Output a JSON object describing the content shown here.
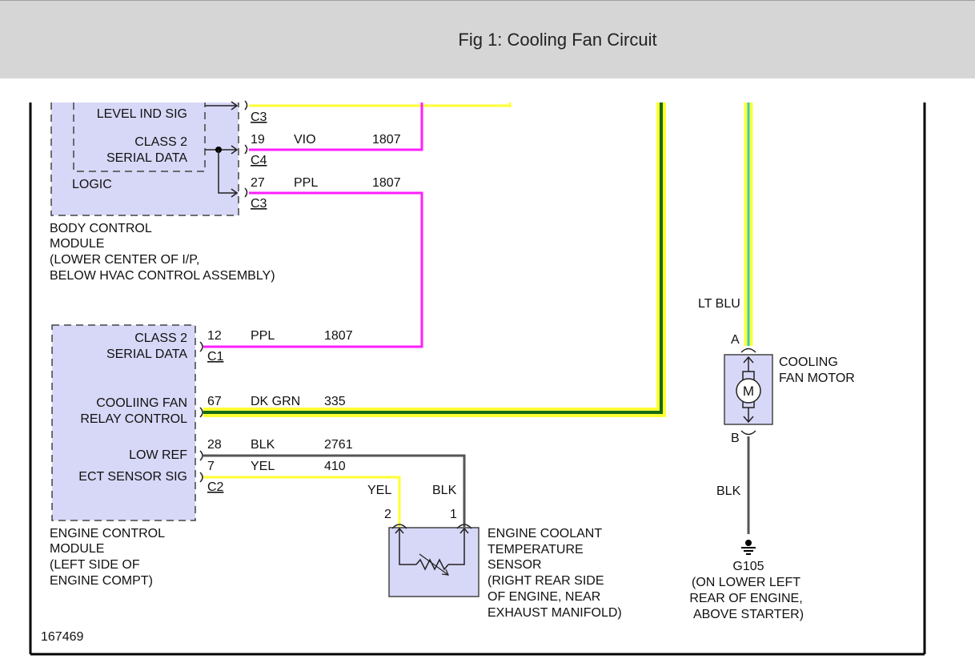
{
  "header": {
    "title": "Fig 1: Cooling Fan Circuit"
  },
  "colors": {
    "magenta": "#ff1fff",
    "yellow": "#ffff33",
    "dark_green": "#156b15",
    "light_blue": "#33cccc",
    "gray_wire": "#555555",
    "module_fill": "#d7d7f7"
  },
  "bcm": {
    "level_ind_sig": "LEVEL IND SIG",
    "class2_line1": "CLASS 2",
    "class2_line2": "SERIAL DATA",
    "logic": "LOGIC",
    "name": [
      "BODY CONTROL",
      "MODULE",
      "(LOWER CENTER OF I/P,",
      "BELOW HVAC CONTROL ASSEMBLY)"
    ],
    "pins": [
      {
        "connector": "C3"
      },
      {
        "pin": "19",
        "color": "VIO",
        "circuit": "1807",
        "connector": "C4"
      },
      {
        "pin": "27",
        "color": "PPL",
        "circuit": "1807",
        "connector": "C3"
      }
    ]
  },
  "ecm": {
    "class2_line1": "CLASS 2",
    "class2_line2": "SERIAL DATA",
    "fan_line1": "COOLIING FAN",
    "fan_line2": "RELAY CONTROL",
    "low_ref": "LOW REF",
    "ect_sig": "ECT SENSOR SIG",
    "name": [
      "ENGINE CONTROL",
      "MODULE",
      "(LEFT SIDE OF",
      "ENGINE COMPT)"
    ],
    "pins": [
      {
        "pin": "12",
        "color": "PPL",
        "circuit": "1807",
        "connector": "C1"
      },
      {
        "pin": "67",
        "color": "DK GRN",
        "circuit": "335"
      },
      {
        "pin": "28",
        "color": "BLK",
        "circuit": "2761"
      },
      {
        "pin": "7",
        "color": "YEL",
        "circuit": "410",
        "connector": "C2"
      }
    ]
  },
  "sensor": {
    "wire_yel": "YEL",
    "wire_blk": "BLK",
    "pin2": "2",
    "pin1": "1",
    "name": [
      "ENGINE COOLANT",
      "TEMPERATURE",
      "SENSOR",
      "(RIGHT REAR SIDE",
      "OF ENGINE, NEAR",
      "EXHAUST MANIFOLD)"
    ]
  },
  "motor": {
    "wire_top": "LT BLU",
    "pin_a": "A",
    "pin_b": "B",
    "symbol": "M",
    "name": [
      "COOLING",
      "FAN MOTOR"
    ],
    "wire_bottom": "BLK"
  },
  "ground": {
    "name": [
      "G105",
      "(ON LOWER LEFT",
      "REAR OF ENGINE,",
      "ABOVE STARTER)"
    ]
  },
  "figure_id": "167469"
}
